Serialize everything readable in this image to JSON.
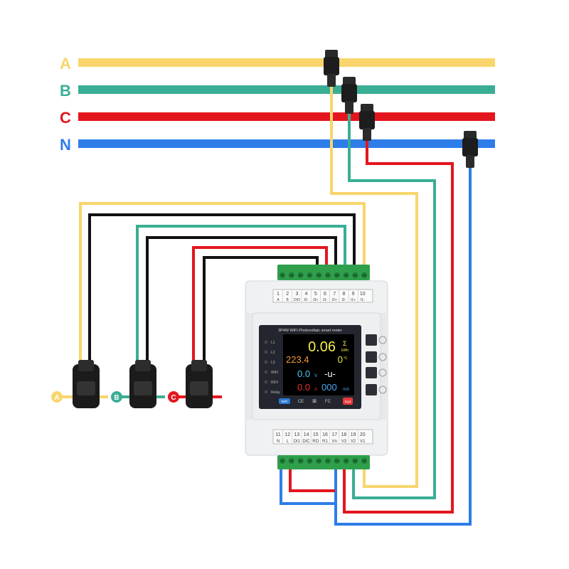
{
  "colors": {
    "A": "#f9d56b",
    "B": "#3aae94",
    "C": "#e3161e",
    "N": "#2d7de8",
    "black": "#111111"
  },
  "buses": [
    {
      "key": "A",
      "label": "A"
    },
    {
      "key": "B",
      "label": "B"
    },
    {
      "key": "C",
      "label": "C"
    },
    {
      "key": "N",
      "label": "N"
    }
  ],
  "ct_sensors": [
    {
      "key": "A",
      "label": "A"
    },
    {
      "key": "B",
      "label": "B"
    },
    {
      "key": "C",
      "label": "C"
    }
  ],
  "meter": {
    "title": "3P4W WiFi Photovoltaic smart meter",
    "top_terminals": [
      "1",
      "2",
      "3",
      "4",
      "5",
      "6",
      "7",
      "8",
      "9",
      "10"
    ],
    "top_labels": [
      "A",
      "B",
      "DIO",
      "I0-",
      "I3+",
      "I3-",
      "I2+",
      "I2-",
      "I1+",
      "I1-"
    ],
    "bottom_terminals": [
      "11",
      "12",
      "13",
      "14",
      "15",
      "16",
      "17",
      "18",
      "19",
      "20"
    ],
    "bottom_labels": [
      "N",
      "L",
      "DI1",
      "DIC",
      "RO",
      "R1",
      "Vn",
      "V3",
      "V2",
      "V1"
    ],
    "indicators": [
      "L1",
      "L2",
      "L3",
      "WiFi",
      "REV",
      "Relay"
    ],
    "display": {
      "energy": "0.06",
      "energy_unit": "kWh",
      "voltage_line": "223.4",
      "temp": "0",
      "temp_unit": "℃",
      "power": "0.0",
      "power_unit": "V",
      "mode": "-u-",
      "current": "0.0",
      "current_unit": "A",
      "leak": "000",
      "leak_unit": "mA"
    },
    "badges": [
      "WiFi",
      "CE",
      "FC",
      "tuya"
    ]
  }
}
